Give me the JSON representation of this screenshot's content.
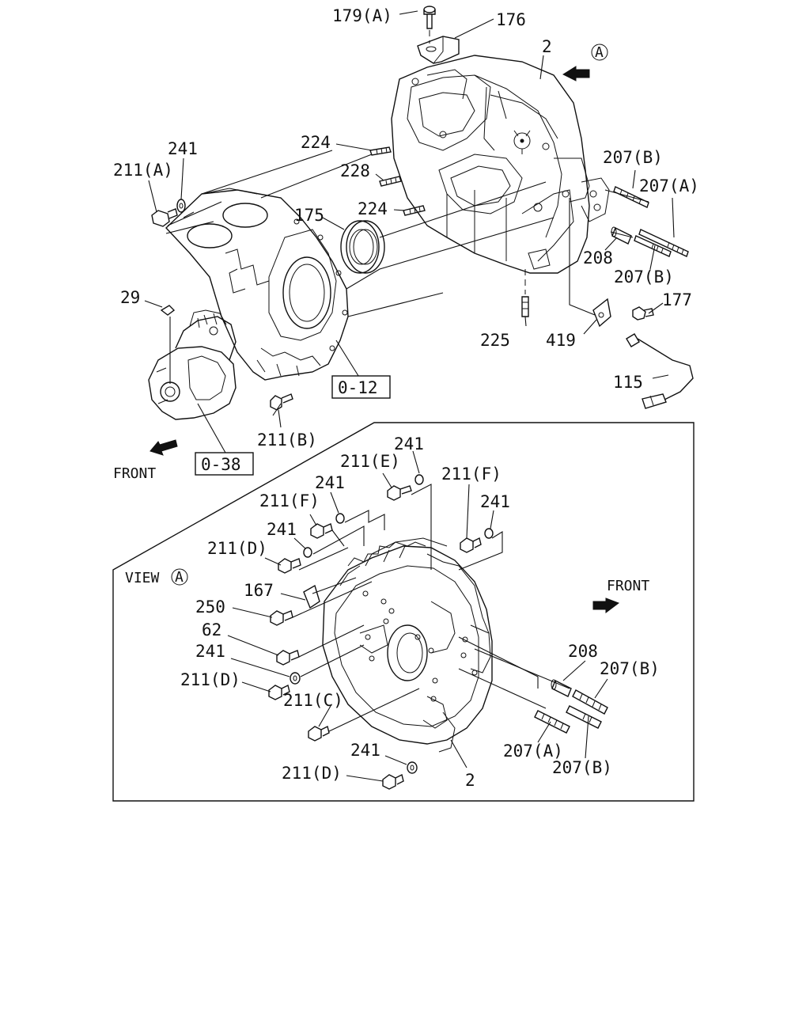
{
  "labels": {
    "l179a": "179(A)",
    "l176": "176",
    "l2_top": "2",
    "l_circle_a": "A",
    "l224_a": "224",
    "l228": "228",
    "l224_b": "224",
    "l175": "175",
    "l241_top": "241",
    "l211a": "211(A)",
    "l207b_top": "207(B)",
    "l207a_top": "207(A)",
    "l208_top": "208",
    "l207b_mid": "207(B)",
    "l177": "177",
    "l29": "29",
    "l225": "225",
    "l419": "419",
    "l115": "115",
    "l012": "0-12",
    "l211b": "211(B)",
    "l038": "0-38",
    "l_front_top": "FRONT",
    "v241_a": "241",
    "v211e": "211(E)",
    "v211f_r": "211(F)",
    "v241_b": "241",
    "v241_c": "241",
    "v211f_l": "211(F)",
    "v241_d": "241",
    "v211d_a": "211(D)",
    "v_view": "VIEW",
    "v_view_a": "A",
    "v167": "167",
    "v250": "250",
    "v62": "62",
    "v241_e": "241",
    "v211d_b": "211(D)",
    "v211c": "211(C)",
    "v_front": "FRONT",
    "v208": "208",
    "v207b_a": "207(B)",
    "v207a": "207(A)",
    "v207b_b": "207(B)",
    "v241_f": "241",
    "v211d_c": "211(D)",
    "v2": "2"
  }
}
